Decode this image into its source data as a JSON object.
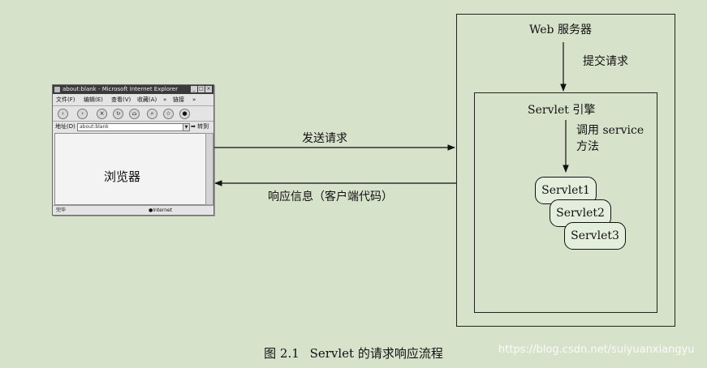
{
  "browser": {
    "title": "about:blank - Microsoft Internet Explorer",
    "window_buttons": [
      "_",
      "□",
      "×"
    ],
    "menu": [
      "文件(F)",
      "编辑(E)",
      "查看(V)",
      "收藏(A)",
      "»",
      "链接",
      "»"
    ],
    "address_label": "地址(D)",
    "address_value": "about:blank",
    "go_label": "转到",
    "status_left": "完毕",
    "status_right": "Internet",
    "content_label": "浏览器"
  },
  "web_server": {
    "title": "Web 服务器",
    "submit_label": "提交请求"
  },
  "engine": {
    "title": "Servlet 引擎",
    "call_line1": "调用 service",
    "call_line2": "方法"
  },
  "servlets": [
    "Servlet1",
    "Servlet2",
    "Servlet3"
  ],
  "arrows": {
    "send": "发送请求",
    "response": "响应信息（客户端代码）"
  },
  "caption": {
    "number": "图 2.1",
    "text": "Servlet 的请求响应流程"
  },
  "watermark": "https://blog.csdn.net/suiyuanxiangyu"
}
